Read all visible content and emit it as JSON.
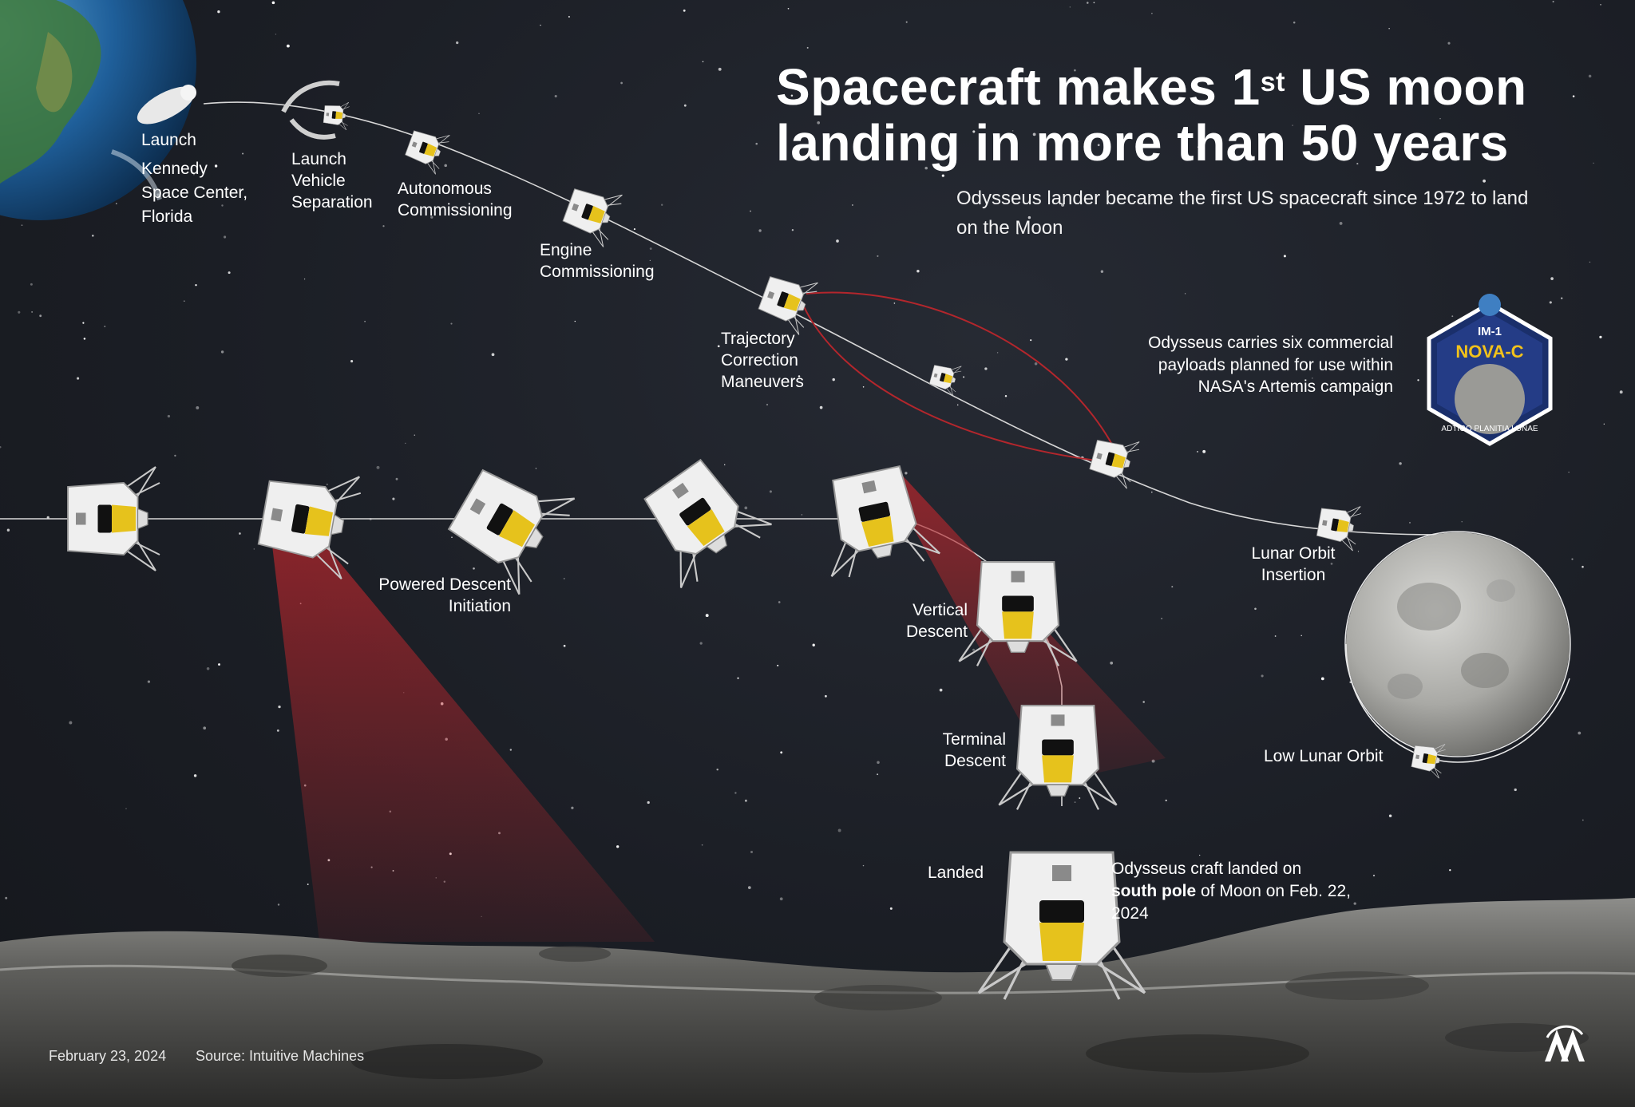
{
  "header": {
    "title_part1": "Spacecraft makes 1",
    "title_sup": "st",
    "title_part2": " US moon",
    "title_line2": "landing in more than 50 years",
    "subtitle": "Odysseus lander became the first US spacecraft since 1972 to land on the Moon"
  },
  "stages": {
    "launch": "Launch",
    "launch_site": "Kennedy\nSpace Center,\nFlorida",
    "separation": "Launch\nVehicle\nSeparation",
    "autonomous": "Autonomous\nCommissioning",
    "engine": "Engine\nCommissioning",
    "trajectory": "Trajectory\nCorrection\nManeuvers",
    "lunar_orbit": "Lunar Orbit\nInsertion",
    "low_lunar_orbit": "Low Lunar Orbit",
    "powered_descent": "Powered Descent\nInitiation",
    "vertical_descent": "Vertical\nDescent",
    "terminal_descent": "Terminal\nDescent",
    "landed": "Landed"
  },
  "payload_note": "Odysseus carries six commercial payloads planned for use within NASA's Artemis campaign",
  "landing_note": {
    "prefix": "Odysseus craft landed on ",
    "bold": "south pole",
    "suffix": " of Moon on Feb. 22, 2024"
  },
  "badge": {
    "mission": "IM-1",
    "name": "NOVA-C",
    "motto": "ADTIGO PLANITIA LUNAE"
  },
  "footer": {
    "date": "February 23, 2024",
    "source": "Source: Intuitive Machines"
  },
  "colors": {
    "background": "#1c1f26",
    "accent_red": "#b3262c",
    "lander_gold": "#e6c21c"
  },
  "icons": [
    "earth-icon",
    "rocket-icon",
    "lander-icon",
    "moon-icon",
    "mission-badge-icon",
    "agency-logo-icon"
  ]
}
